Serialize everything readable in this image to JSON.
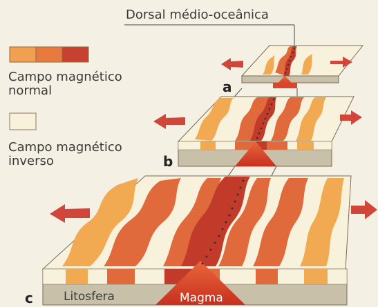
{
  "title": "Dorsal médio-oceânica",
  "legend": {
    "normal_label": "Campo magnético normal",
    "normal_line1": "Campo magnético",
    "normal_line2": "normal",
    "inverse_line1": "Campo magnético",
    "inverse_line2": "inverso",
    "normal_colors": [
      "#f0a050",
      "#e87a40",
      "#c84030"
    ],
    "inverse_color": "#f8f2dc"
  },
  "stages": [
    {
      "letter": "a"
    },
    {
      "letter": "b"
    },
    {
      "letter": "c"
    }
  ],
  "labels": {
    "lithosphere": "Litosfera",
    "magma": "Magma"
  },
  "colors": {
    "arrow": "#d0463a",
    "lithosphere": "#c9c0aa",
    "magma": "#d8462e",
    "stripe_orange": "#f2aa52",
    "stripe_dark": "#e06a3c",
    "stripe_red": "#c23a2a"
  }
}
